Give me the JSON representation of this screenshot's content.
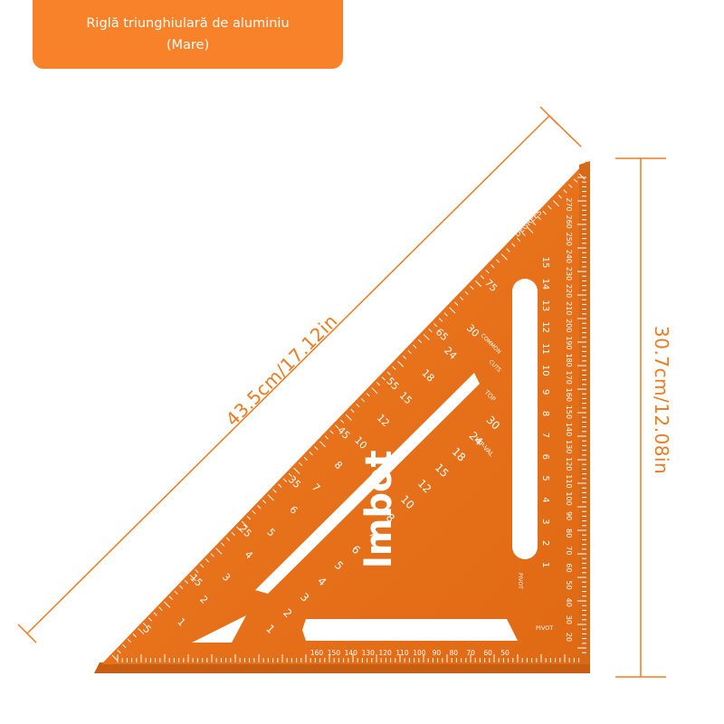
{
  "title": {
    "line1": "Riglă triunghiulară de aluminiu",
    "line2": "(Mare)"
  },
  "dimensions": {
    "hypotenuse": "43.5cm/17.12in",
    "height": "30.7cm/12.08in"
  },
  "ruler": {
    "brand": "lmbot",
    "degrees_label": "DEGREES",
    "common_label": "COMMON",
    "cuts_label": "CUTS",
    "top_label": "TOP",
    "hip_val_label": "HIP-VAL",
    "pivot_label": "PIVOT",
    "degree_scale": [
      "270",
      "260",
      "250",
      "240",
      "230",
      "220",
      "210",
      "200",
      "190",
      "180",
      "170",
      "160",
      "150",
      "140",
      "130",
      "120",
      "110",
      "100",
      "90",
      "80",
      "70",
      "60",
      "50",
      "40",
      "30",
      "20"
    ],
    "bottom_scale": [
      "160",
      "150",
      "140",
      "130",
      "120",
      "110",
      "100",
      "90",
      "80",
      "70",
      "60",
      "50"
    ],
    "common_scale": [
      "15",
      "14",
      "13",
      "12",
      "11",
      "10",
      "9",
      "8",
      "7",
      "6",
      "5",
      "4",
      "3",
      "2",
      "1"
    ],
    "outer_scale": [
      "75",
      "65",
      "55",
      "45",
      "35",
      "25",
      "15",
      "5"
    ],
    "hypo_scale": [
      "1",
      "2",
      "3",
      "4",
      "5",
      "6",
      "7",
      "8",
      "10",
      "12",
      "15",
      "18",
      "24",
      "30"
    ],
    "inner_scale": [
      "1",
      "2",
      "3",
      "4",
      "5",
      "6",
      "7",
      "8",
      "10",
      "12",
      "15",
      "18",
      "24",
      "30"
    ]
  },
  "colors": {
    "accent": "#F7822A",
    "ruler": "#E8741E",
    "ruler_dark": "#C85E12",
    "dimension_line": "#F07A20"
  }
}
